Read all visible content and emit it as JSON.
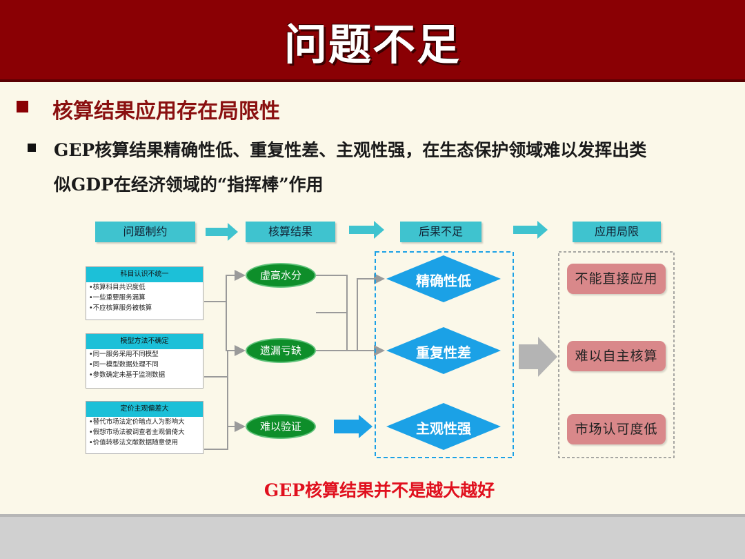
{
  "title": "问题不足",
  "section": {
    "heading": "核算结果应用存在局限性"
  },
  "bullet": {
    "line1": "GEP核算结果精确性低、重复性差、主观性强，在生态保护领域难以发挥出类",
    "line2": "似GDP在经济领域的“指挥棒”作用"
  },
  "diagram": {
    "stages": [
      "问题制约",
      "核算结果",
      "后果不足",
      "应用局限"
    ],
    "causes": [
      {
        "title": "科目认识不统一",
        "items": [
          "•核算科目共识度低",
          "•一些重要服务漏算",
          "•不应核算服务被核算"
        ]
      },
      {
        "title": "模型方法不确定",
        "items": [
          "•同一服务采用不同模型",
          "•同一模型数据处理不同",
          "•参数确定未基于监测数据"
        ]
      },
      {
        "title": "定价主观偏差大",
        "items": [
          "•替代市场法定价暗点人为影响大",
          "•假想市场法被调查者主观偏倚大",
          "•价值转移法文献数据随意使用"
        ]
      }
    ],
    "results": [
      "虚高水分",
      "遗漏亏缺",
      "难以验证"
    ],
    "consequences": [
      "精确性低",
      "重复性差",
      "主观性强"
    ],
    "limitations": [
      "不能直接应用",
      "难以自主核算",
      "市场认可度低"
    ],
    "conclusion": "GEP核算结果并不是越大越好",
    "colors": {
      "header_teal": "#3fc3cf",
      "oval_green": "#0e8e2a",
      "diamond_blue": "#1ba1e6",
      "limit_pink": "#d9888a",
      "accent_red": "#e0101e"
    }
  }
}
